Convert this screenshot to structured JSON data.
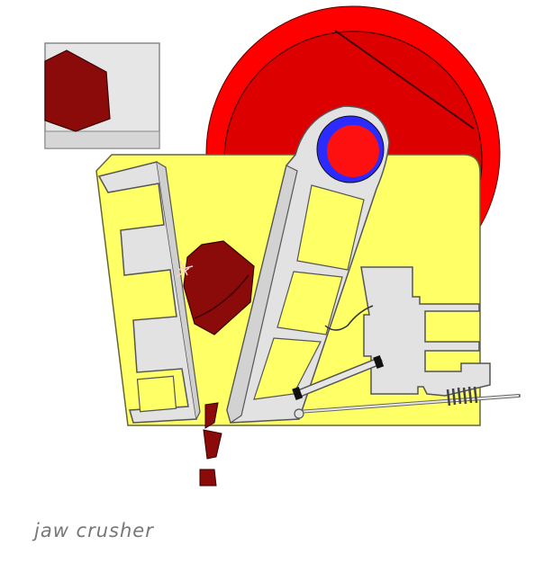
{
  "caption": "jaw crusher",
  "colors": {
    "background": "#ffffff",
    "frame_yellow": "#ffff66",
    "flywheel_outer": "#ff0000",
    "flywheel_inner": "#dd0000",
    "eccentric_ring": "#2b2bff",
    "eccentric_core": "#ff1010",
    "rock": "#8b0a0a",
    "jaw_grey": "#e2e2e2",
    "outline": "#333333",
    "caption_text": "#777777"
  },
  "parts": [
    {
      "id": "flywheel",
      "label": "flywheel"
    },
    {
      "id": "eccentric-shaft",
      "label": "eccentric shaft"
    },
    {
      "id": "fixed-jaw",
      "label": "fixed jaw"
    },
    {
      "id": "moving-jaw",
      "label": "moving jaw (pitman)"
    },
    {
      "id": "toggle-plate",
      "label": "toggle plate"
    },
    {
      "id": "tension-rod-spring",
      "label": "tension rod and spring"
    },
    {
      "id": "adjustment-block",
      "label": "adjustment block"
    },
    {
      "id": "feed-rock",
      "label": "feed rock"
    },
    {
      "id": "crushed-rock",
      "label": "crushed rock"
    },
    {
      "id": "inset-feed",
      "label": "inset feed view"
    }
  ]
}
